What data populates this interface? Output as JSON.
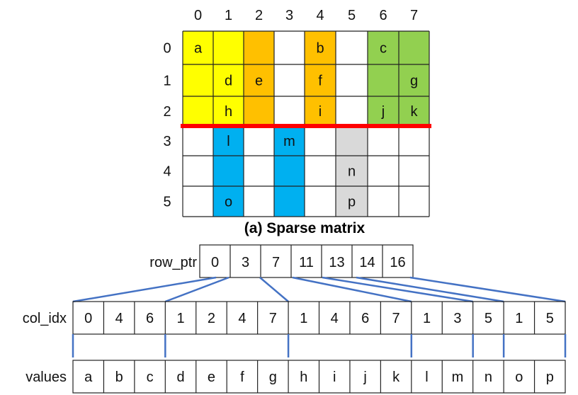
{
  "matrix": {
    "col_headers": [
      "0",
      "1",
      "2",
      "3",
      "4",
      "5",
      "6",
      "7"
    ],
    "row_headers": [
      "0",
      "1",
      "2",
      "3",
      "4",
      "5"
    ],
    "cells": [
      [
        "a",
        "",
        "",
        "",
        "b",
        "",
        "c",
        ""
      ],
      [
        "",
        "d",
        "e",
        "",
        "f",
        "",
        "",
        "g"
      ],
      [
        "",
        "h",
        "",
        "",
        "i",
        "",
        "j",
        "k"
      ],
      [
        "",
        "l",
        "",
        "m",
        "",
        "",
        "",
        ""
      ],
      [
        "",
        "",
        "",
        "",
        "",
        "n",
        "",
        ""
      ],
      [
        "",
        "o",
        "",
        "",
        "",
        "p",
        "",
        ""
      ]
    ],
    "colors": {
      "yellow": "#ffff00",
      "orange": "#ffc000",
      "green": "#92d050",
      "blue": "#00b0f0",
      "gray": "#d9d9d9",
      "divider_red": "#ff0000",
      "connector_blue": "#4472c4"
    },
    "caption": "(a) Sparse matrix"
  },
  "row_ptr": {
    "label": "row_ptr",
    "values": [
      "0",
      "3",
      "7",
      "11",
      "13",
      "14",
      "16"
    ]
  },
  "col_idx": {
    "label": "col_idx",
    "values": [
      "0",
      "4",
      "6",
      "1",
      "2",
      "4",
      "7",
      "1",
      "4",
      "6",
      "7",
      "1",
      "3",
      "5",
      "1",
      "5"
    ]
  },
  "values_row": {
    "label": "values",
    "values": [
      "a",
      "b",
      "c",
      "d",
      "e",
      "f",
      "g",
      "h",
      "i",
      "j",
      "k",
      "l",
      "m",
      "n",
      "o",
      "p"
    ]
  }
}
